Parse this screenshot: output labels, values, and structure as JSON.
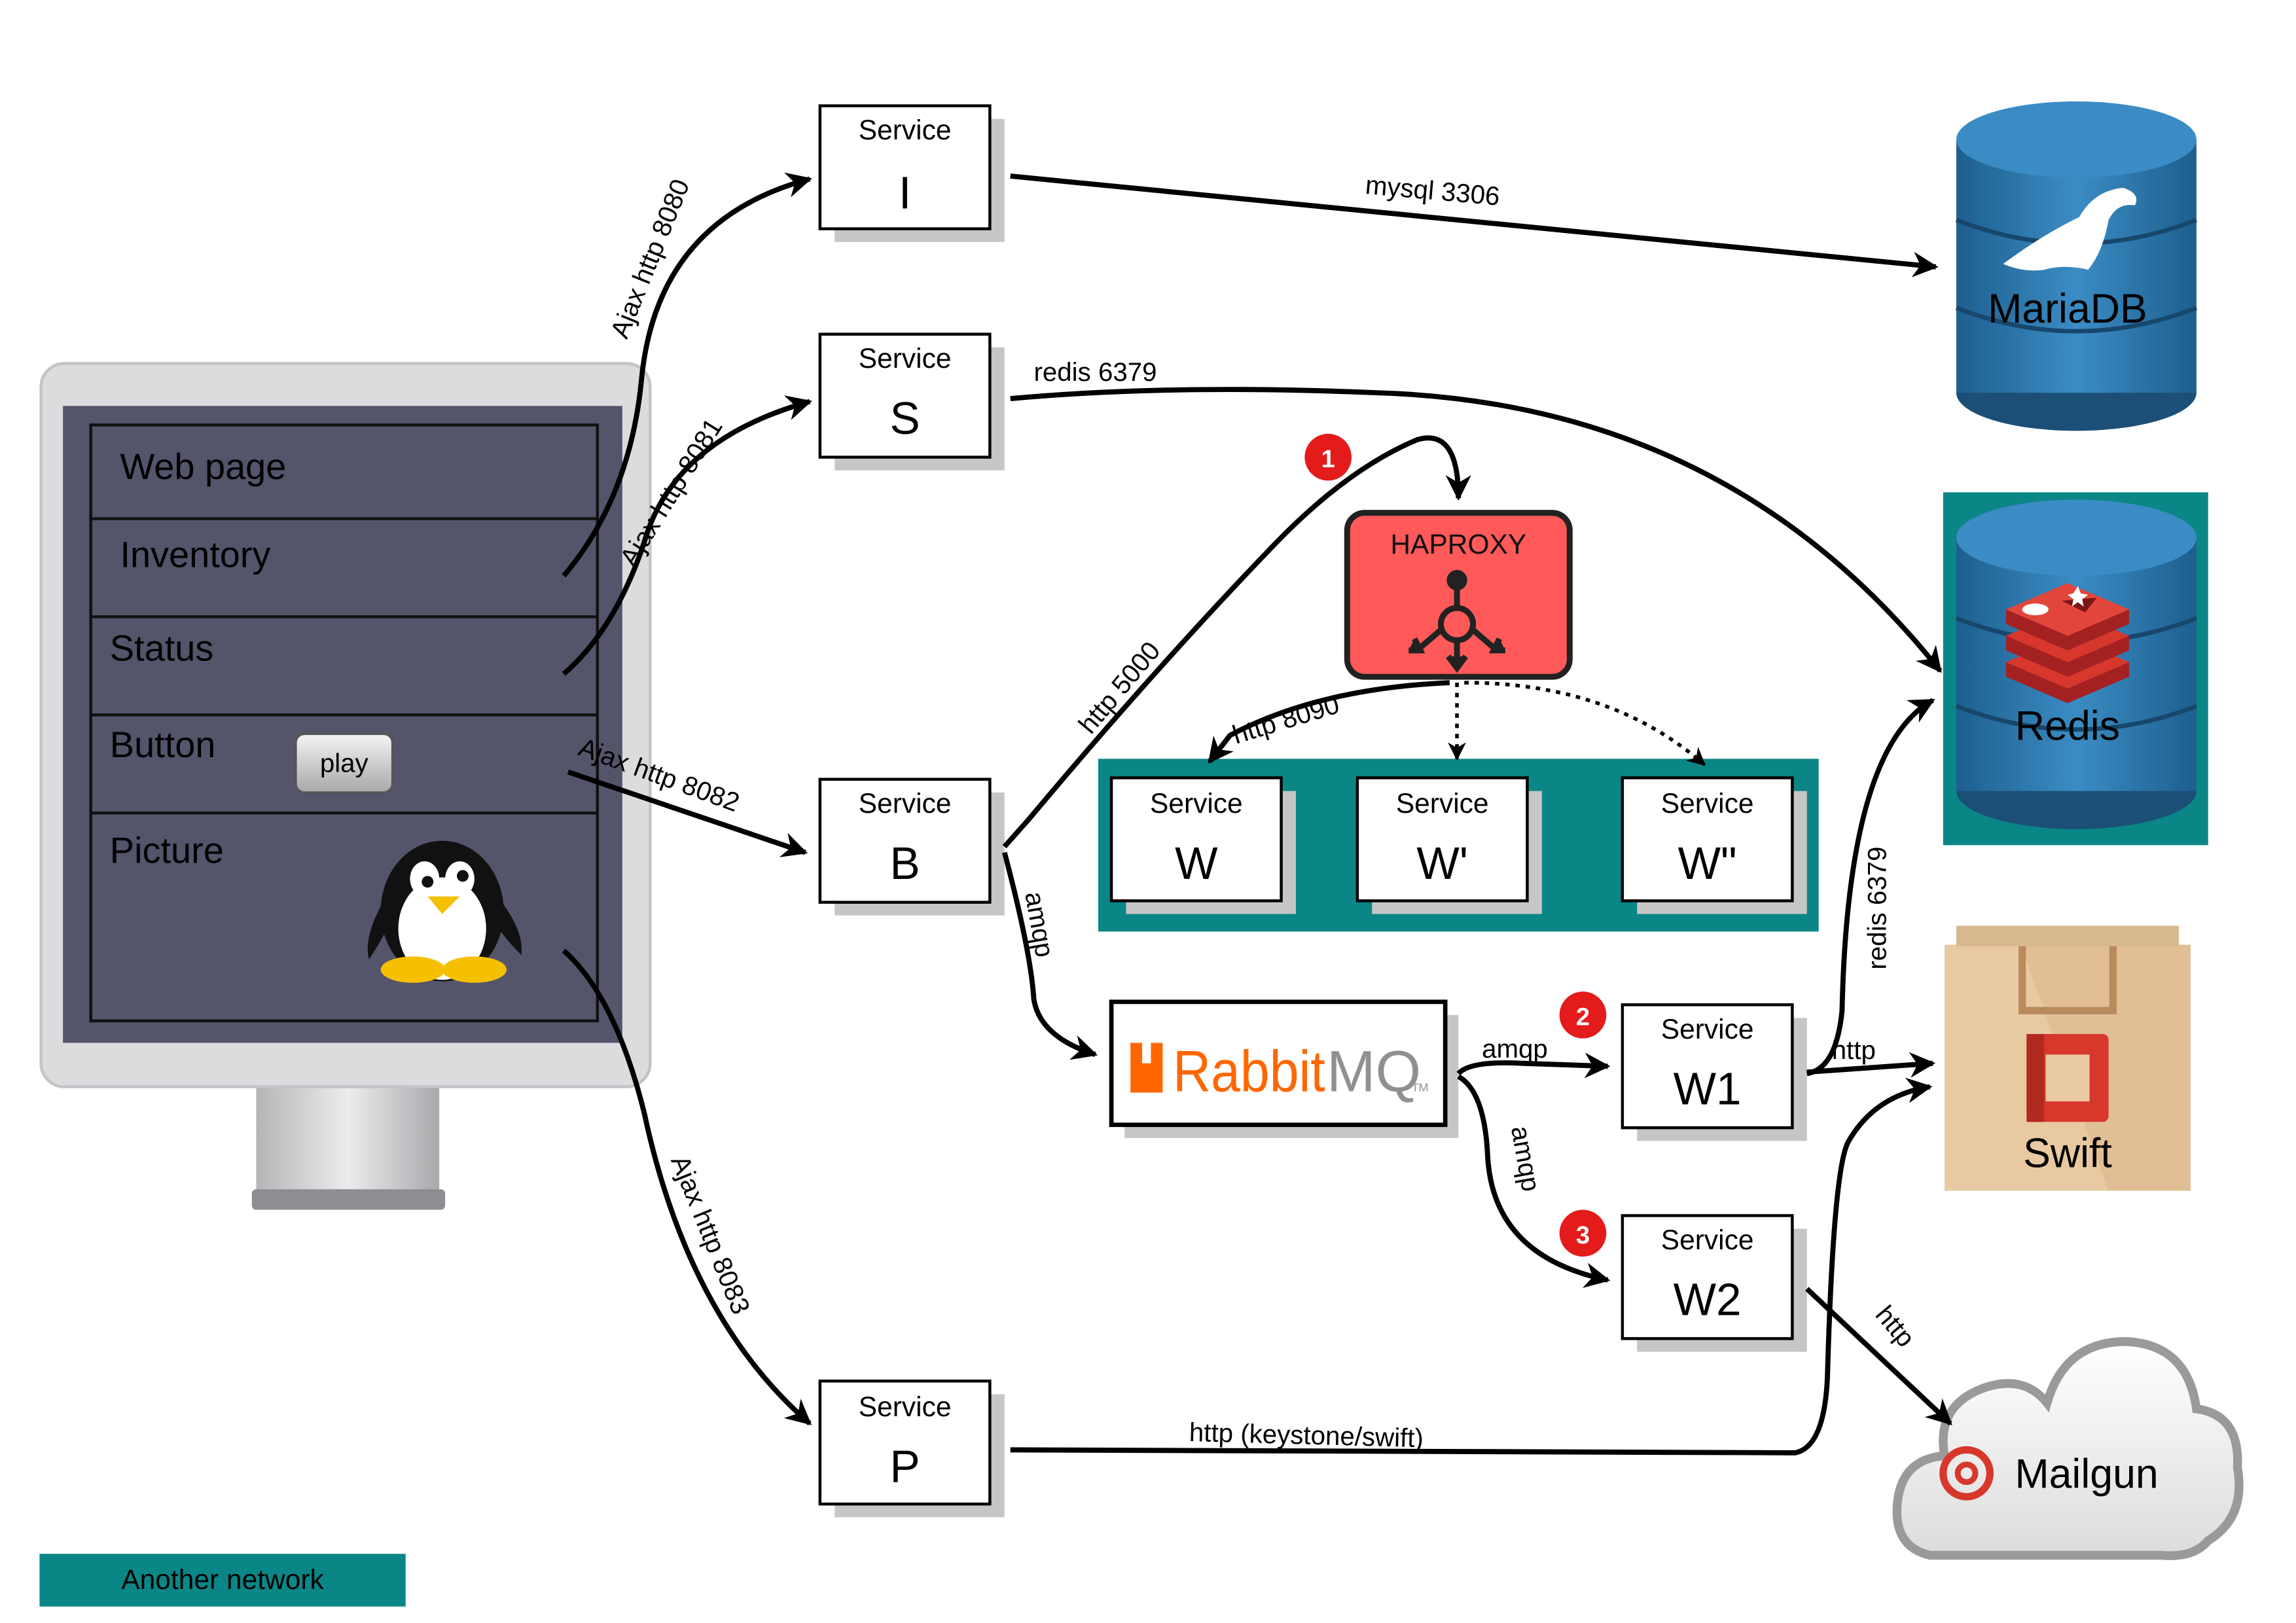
{
  "monitor": {
    "rows": [
      "Web page",
      "Inventory",
      "Status",
      "Button",
      "Picture"
    ],
    "play_button": "play"
  },
  "services": {
    "header": "Service",
    "i": "I",
    "s": "S",
    "b": "B",
    "p": "P",
    "w": "W",
    "w_prime": "W'",
    "w_double": "W\"",
    "w1": "W1",
    "w2": "W2"
  },
  "connections": {
    "ajax_8080": "Ajax http 8080",
    "ajax_8081": "Ajax http 8081",
    "ajax_8082": "Ajax http 8082",
    "ajax_8083": "Ajax http 8083",
    "mysql": "mysql 3306",
    "redis_s": "redis 6379",
    "http_5000": "http 5000",
    "http_8090": "http 8090",
    "amqp_b": "amqp",
    "amqp_w1": "amqp",
    "amqp_w2": "amqp",
    "redis_w1": "redis 6379",
    "http_w1": "http",
    "http_w2": "http",
    "http_p": "http (keystone/swift)"
  },
  "components": {
    "haproxy": "HAPROXY",
    "rabbit_part1": "Rabbit",
    "rabbit_part2": "MQ",
    "rabbit_tm": "TM",
    "mariadb": "MariaDB",
    "redis": "Redis",
    "swift": "Swift",
    "mailgun": "Mailgun"
  },
  "badges": [
    "1",
    "2",
    "3"
  ],
  "legend": {
    "text": "Another network",
    "color": "#0b8686"
  },
  "colors": {
    "teal": "#0b8686",
    "haproxy": "#ff5959",
    "db_blue": "#2a73a8",
    "redis_red": "#d8372b",
    "rabbit_orange": "#ff6600",
    "badge_red": "#e31b1b",
    "swift_bag": "#e9c9a2"
  }
}
